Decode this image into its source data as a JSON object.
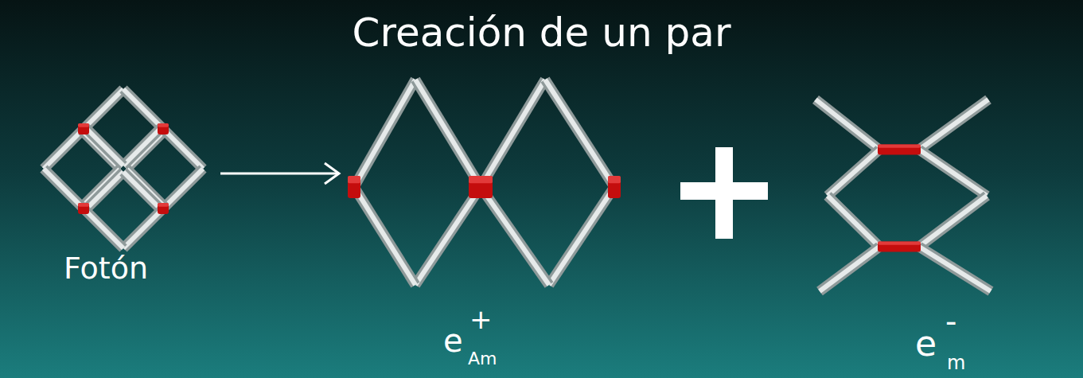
{
  "diagram": {
    "title": "Creación de un par",
    "nodes": [
      {
        "text": [
          "Fotón"
        ]
      },
      {
        "text": [
          "e",
          "+",
          "Am"
        ]
      },
      {
        "text": [
          "e",
          "-",
          "m"
        ]
      }
    ],
    "edges": [
      {
        "from": 0,
        "to": 1,
        "arrow": "to"
      }
    ]
  }
}
